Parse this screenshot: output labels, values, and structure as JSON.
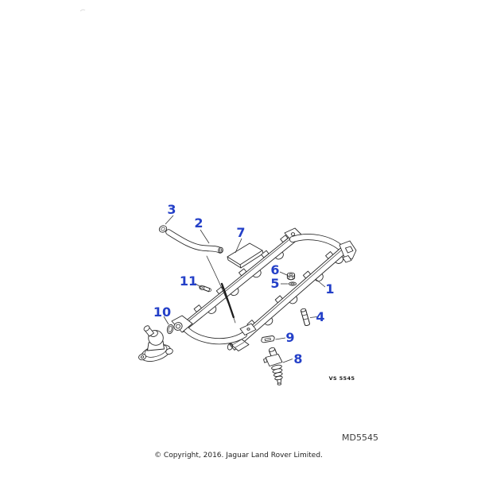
{
  "page": {
    "background": "#ffffff"
  },
  "figure": {
    "description_of_pixels": "exploded parts line drawing of a fuel rail assembly with numbered callouts",
    "drawing_code": "VS 5545",
    "figure_code": "MD5545",
    "callout_color": "#2440c8",
    "line_color": "#2a2a2a",
    "callouts": [
      "1",
      "2",
      "3",
      "4",
      "5",
      "6",
      "7",
      "8",
      "9",
      "10",
      "11"
    ]
  },
  "footer": {
    "copyright": "© Copyright, 2016. Jaguar Land Rover Limited."
  }
}
